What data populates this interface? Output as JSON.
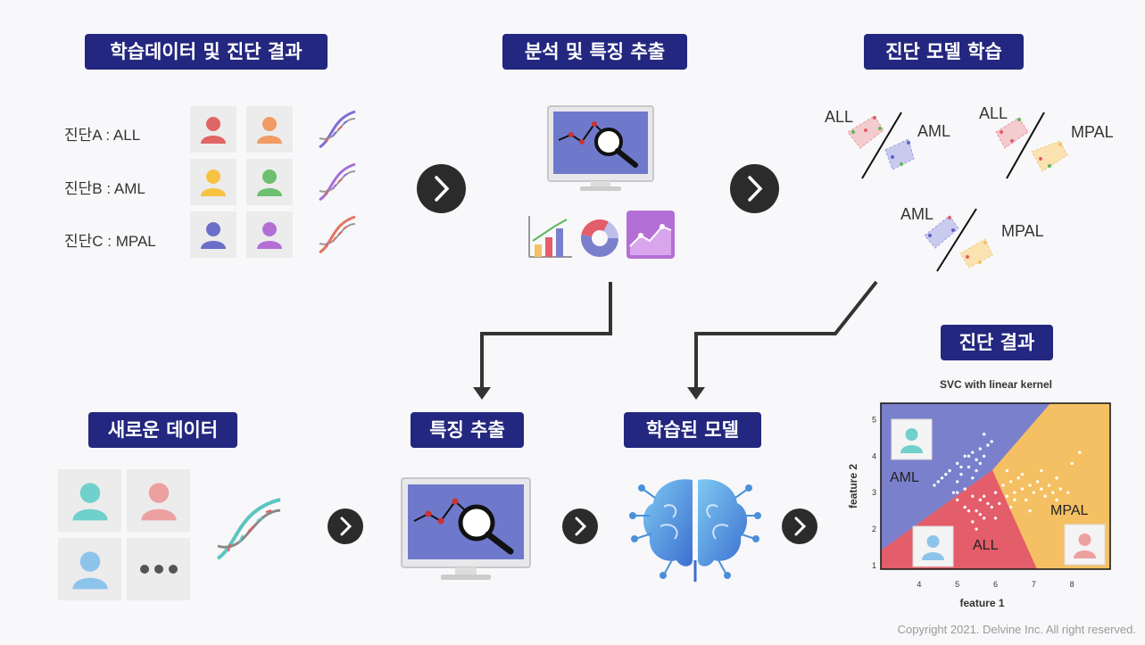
{
  "headers": {
    "training_data": "학습데이터 및 진단 결과",
    "analysis": "분석 및 특징 추출",
    "model_training": "진단 모델 학습",
    "diagnosis_result": "진단 결과",
    "new_data": "새로운 데이터",
    "feature_extraction": "특징 추출",
    "trained_model": "학습된 모델"
  },
  "diagnoses": [
    {
      "label": "진단A : ALL",
      "colors": [
        "#e06666",
        "#f29b64"
      ],
      "dna_color": "#7b6fd6"
    },
    {
      "label": "진단B : AML",
      "colors": [
        "#f6c343",
        "#6cc070"
      ],
      "dna_color": "#a66fd6"
    },
    {
      "label": "진단C : MPAL",
      "colors": [
        "#6b6fc8",
        "#b36fd6"
      ],
      "dna_color": "#e07560"
    }
  ],
  "new_data_person_colors": [
    "#6fd0cc",
    "#eda0a0",
    "#8cc4ec"
  ],
  "pair_labels": {
    "p1_left": "ALL",
    "p1_right": "AML",
    "p2_left": "ALL",
    "p2_right": "MPAL",
    "p3_left": "AML",
    "p3_right": "MPAL"
  },
  "chart_data": {
    "type": "scatter",
    "title": "SVC with linear kernel",
    "xlabel": "feature 1",
    "ylabel": "feature 2",
    "xlim": [
      3,
      9
    ],
    "ylim": [
      0.9,
      5.45
    ],
    "x_ticks": [
      4,
      5,
      6,
      7,
      8
    ],
    "y_ticks": [
      1,
      2,
      3,
      4,
      5
    ],
    "region_labels": [
      "AML",
      "ALL",
      "MPAL"
    ],
    "region_colors": {
      "AML": "#7a80cc",
      "ALL": "#e35d6a",
      "MPAL": "#f5c063"
    },
    "series": [
      {
        "name": "AML",
        "x": [
          4.4,
          4.6,
          4.8,
          5.0,
          5.1,
          5.2,
          5.3,
          5.4,
          5.5,
          5.6,
          5.7,
          5.8,
          5.9,
          5.0,
          4.9,
          5.2,
          5.4,
          5.5,
          5.6,
          5.3,
          5.1,
          4.7,
          4.5,
          5.7,
          5.0
        ],
        "y": [
          3.2,
          3.4,
          3.6,
          3.8,
          3.5,
          4.0,
          3.7,
          4.1,
          3.9,
          4.2,
          4.0,
          4.3,
          4.4,
          3.3,
          3.0,
          3.1,
          3.4,
          3.6,
          3.8,
          4.0,
          3.7,
          3.5,
          3.3,
          4.6,
          3.0
        ]
      },
      {
        "name": "ALL",
        "x": [
          5.0,
          5.2,
          5.4,
          5.5,
          5.6,
          5.7,
          5.8,
          5.4,
          5.6,
          5.9,
          6.0,
          5.3,
          5.5,
          5.7
        ],
        "y": [
          2.8,
          2.6,
          2.9,
          2.5,
          2.8,
          2.3,
          2.7,
          2.2,
          2.4,
          2.6,
          2.3,
          2.5,
          2.0,
          2.9
        ]
      },
      {
        "name": "MPAL",
        "x": [
          6.0,
          6.2,
          6.3,
          6.4,
          6.5,
          6.6,
          6.7,
          6.8,
          6.9,
          7.0,
          7.1,
          7.2,
          7.3,
          7.4,
          7.5,
          7.6,
          7.7,
          7.9,
          6.1,
          6.3,
          6.5,
          6.7,
          6.9,
          7.2,
          7.6,
          8.0,
          8.2,
          6.4
        ],
        "y": [
          3.0,
          3.2,
          2.9,
          3.3,
          3.0,
          3.4,
          3.1,
          2.8,
          3.2,
          3.0,
          3.3,
          3.1,
          2.9,
          3.2,
          3.0,
          2.8,
          3.1,
          3.0,
          2.7,
          3.6,
          2.8,
          3.5,
          2.5,
          3.6,
          3.4,
          3.8,
          4.1,
          2.6
        ]
      }
    ]
  },
  "copyright": "Copyright 2021. Delvine Inc. All right reserved."
}
